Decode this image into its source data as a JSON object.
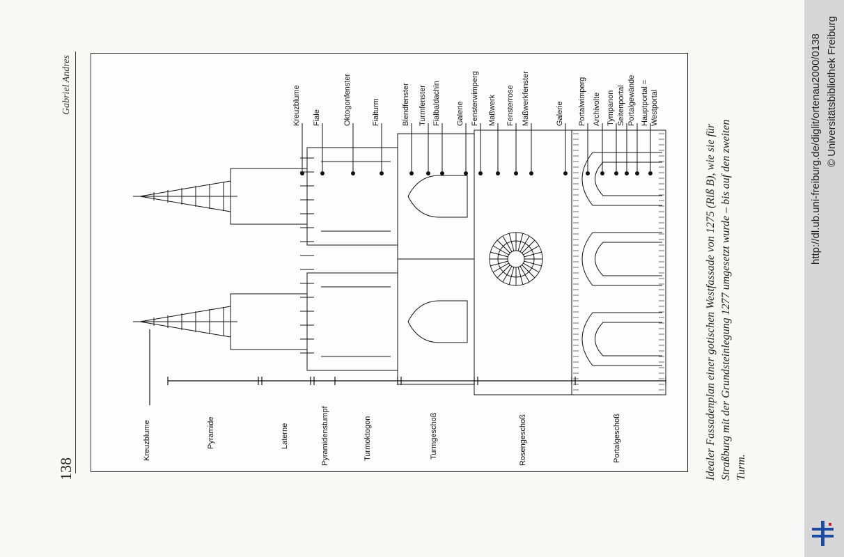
{
  "page": {
    "number": "138",
    "author": "Gabriel Andres"
  },
  "caption": {
    "line1": "Idealer Fassadenplan einer gotischen Westfassade von 1275 (Riß B), wie sie für",
    "line2": "Straßburg mit der Grundsteinlegung 1277 umgesetzt wurde – bis auf den zweiten",
    "line3": "Turm."
  },
  "left_labels": [
    "Kreuzblume",
    "Pyramide",
    "Laterne",
    "Pyramidenstumpf",
    "Turmoktogon",
    "Turmgeschoß",
    "Rosengeschoß",
    "Portalgeschoß"
  ],
  "right_labels": [
    "Kreuzblume",
    "Fiale",
    "Oktogonfenster",
    "Fialturm",
    "Blendfenster",
    "Turmfenster",
    "Fialbaldachin",
    "Galerie",
    "Fensterwimperg",
    "Maßwerk",
    "Fensterrose",
    "Maßwerkfenster",
    "Galerie",
    "Portalwimperg",
    "Archivolte",
    "Tympanon",
    "Seitenportal",
    "Portalgewände",
    "Hauptportal =",
    "Westportal"
  ],
  "sidebar": {
    "url": "http://dl.ub.uni-freiburg.de/diglit/ortenau2000/0138",
    "copyright": "© Universitätsbibliothek Freiburg"
  },
  "colors": {
    "sidebar": "#d6d6d6",
    "logo": "#1b4aa0"
  }
}
